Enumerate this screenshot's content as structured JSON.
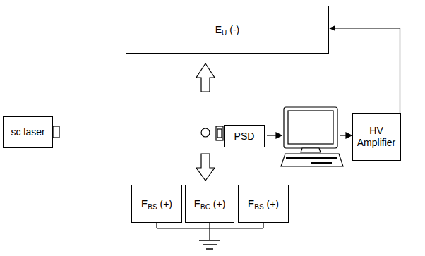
{
  "diagram": {
    "nodes": [
      {
        "text": [
          "EU (-)"
        ]
      },
      {
        "text": [
          "sc laser"
        ]
      },
      {
        "text": [
          "PSD"
        ]
      },
      {
        "text": [
          "HV Amplifier"
        ]
      },
      {
        "text": [
          "EBS (+)"
        ]
      },
      {
        "text": [
          "EBC (+)"
        ]
      },
      {
        "text": [
          "EBS (+)"
        ]
      }
    ],
    "edges": [
      {
        "from": 3,
        "to": 0,
        "arrow": "to"
      }
    ]
  }
}
